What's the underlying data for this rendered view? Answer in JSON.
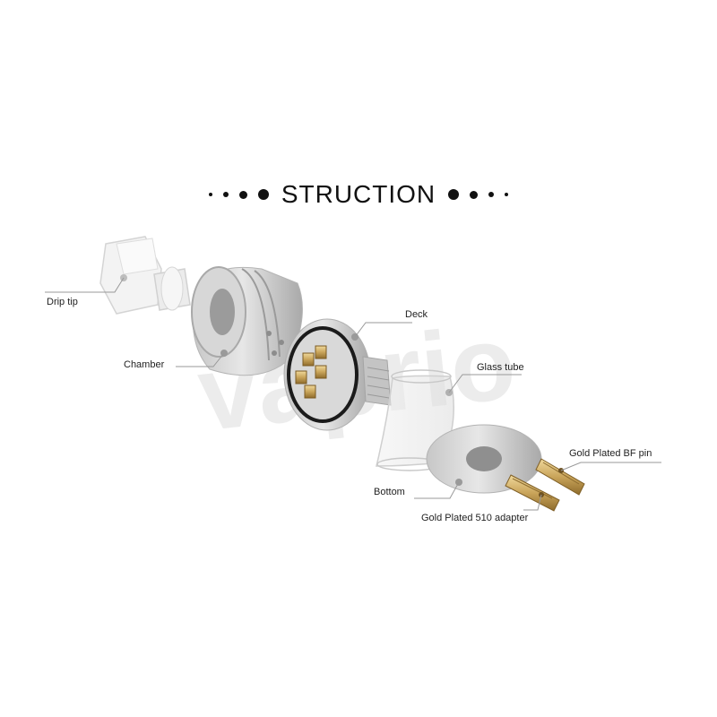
{
  "title": "STRUCTION",
  "watermark": "vaprio",
  "colors": {
    "text": "#111111",
    "metal": "#cfcfcf",
    "gold": "#c9a45a",
    "watermark": "#ececec"
  },
  "parts": [
    {
      "id": "drip-tip",
      "label": "Drip tip"
    },
    {
      "id": "chamber",
      "label": "Chamber"
    },
    {
      "id": "deck",
      "label": "Deck"
    },
    {
      "id": "glass-tube",
      "label": "Glass tube"
    },
    {
      "id": "bottom",
      "label": "Bottom"
    },
    {
      "id": "bf-pin",
      "label": "Gold Plated BF pin"
    },
    {
      "id": "adapter",
      "label": "Gold Plated 510 adapter"
    }
  ]
}
